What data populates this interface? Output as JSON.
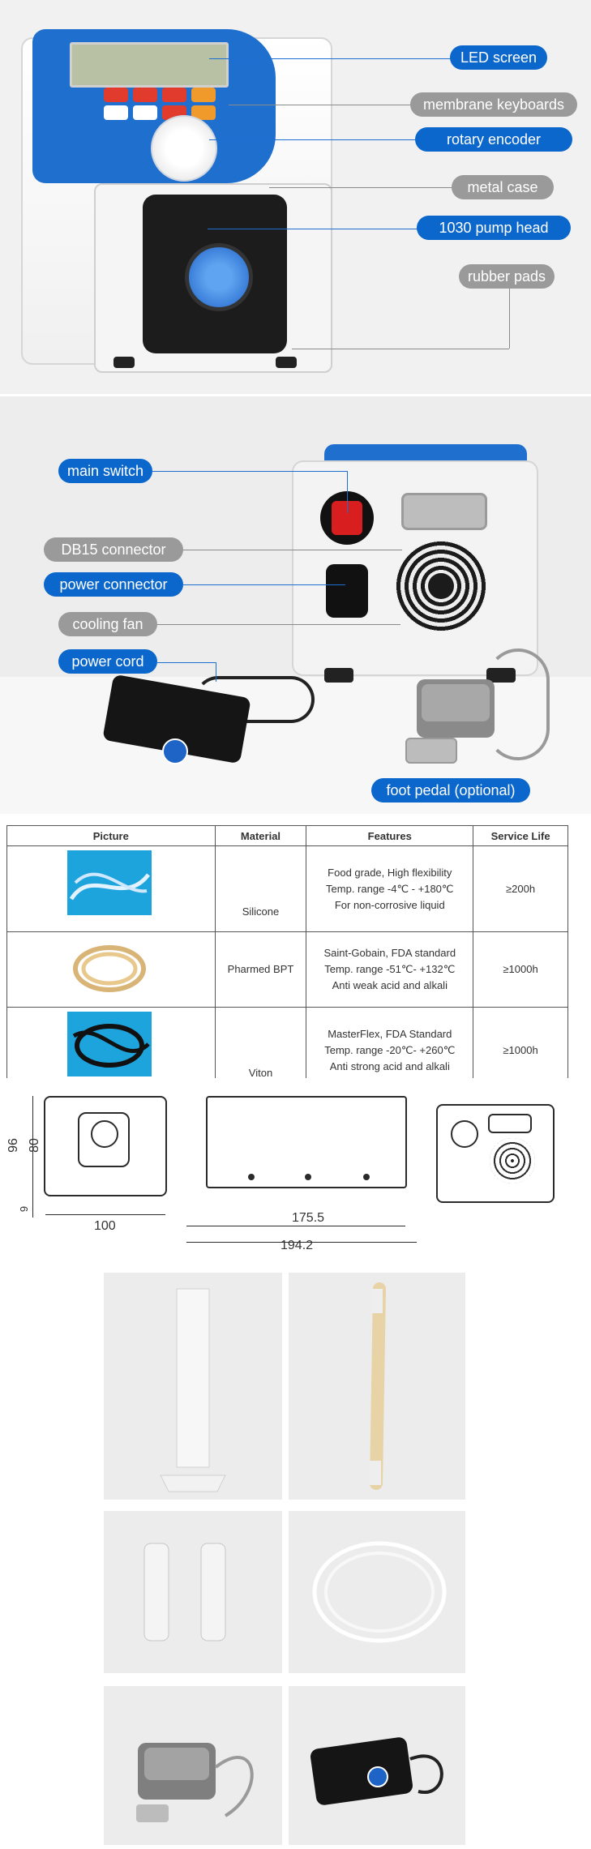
{
  "labels": {
    "led_screen": "LED screen",
    "membrane_keyboards": "membrane keyboards",
    "rotary_encoder": "rotary encoder",
    "metal_case": "metal case",
    "pump_head": "1030  pump head",
    "rubber_pads": "rubber pads",
    "main_switch": "main switch",
    "db15_connector": "DB15 connector",
    "power_connector": "power connector",
    "cooling_fan": "cooling fan",
    "power_cord": "power cord",
    "foot_pedal": "foot pedal (optional)"
  },
  "table": {
    "headers": [
      "Picture",
      "Material",
      "Features",
      "Service Life"
    ],
    "rows": [
      {
        "material": "Silicone",
        "features": [
          "Food grade, High flexibility",
          "Temp. range -4℃ - +180℃",
          "For non-corrosive liquid"
        ],
        "service_life": "≥200h",
        "tube_color": "#dcefff",
        "tube_bg": "#1ea4dd"
      },
      {
        "material": "Pharmed BPT",
        "features": [
          "Saint-Gobain, FDA standard",
          "Temp. range -51℃- +132℃",
          "Anti weak acid and alkali"
        ],
        "service_life": "≥1000h",
        "tube_color": "#e8c88c",
        "tube_bg": "#ffffff"
      },
      {
        "material": "Viton",
        "features": [
          "MasterFlex, FDA Standard",
          "Temp. range -20℃- +260℃",
          "Anti strong acid and alkali"
        ],
        "service_life": "≥1000h",
        "tube_color": "#111111",
        "tube_bg": "#1ea4dd"
      }
    ]
  },
  "dimensions": {
    "height_total": "96",
    "height_body": "80",
    "foot": "9",
    "width": "100",
    "depth_body": "175.5",
    "depth_total": "194.2"
  },
  "colors": {
    "accent_blue": "#0b67cc",
    "label_gray": "#9a9a9a"
  }
}
